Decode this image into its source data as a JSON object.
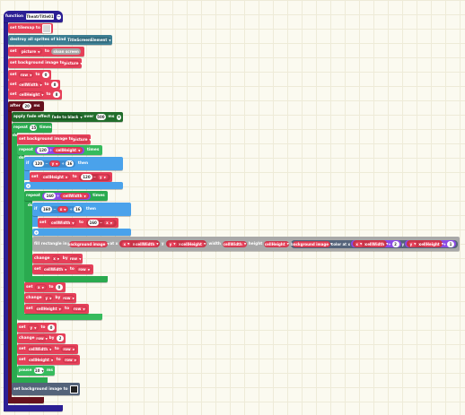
{
  "function_block": {
    "keyword": "function",
    "name": "TheatrTitle01"
  },
  "set_tilemap": {
    "label": "set tilemap to"
  },
  "destroy_all": {
    "label": "destroy all sprites of kind",
    "kind": "TitleScreenElement"
  },
  "set_picture": {
    "set": "set",
    "var": "picture",
    "to": "to",
    "value": "sloan screen"
  },
  "set_bg": {
    "label": "set background image to",
    "value": "picture"
  },
  "set_row": {
    "set": "set",
    "var": "row",
    "to": "to",
    "value": "0"
  },
  "set_cellwidth": {
    "set": "set",
    "var": "cellWidth",
    "to": "to",
    "value": "8"
  },
  "set_cellheight": {
    "set": "set",
    "var": "cellHeight",
    "to": "to",
    "value": "8"
  },
  "after_block": {
    "keyword": "after",
    "value": "20",
    "ms": "ms"
  },
  "fade_block": {
    "label": "apply fade effect",
    "effect": "fade to black",
    "over": "over",
    "value": "500",
    "ms": "ms"
  },
  "repeat_outer": {
    "keyword": "repeat",
    "value": "15",
    "times": "times"
  },
  "do_labels": [
    "do",
    "do",
    "do"
  ],
  "set_bg2": {
    "label": "set background image to",
    "value": "picture"
  },
  "repeat_y": {
    "keyword": "repeat",
    "value": "120",
    "op": "÷",
    "var": "cellHeight",
    "times": "times"
  },
  "if_1": {
    "keyword": "if",
    "a": "120",
    "minus": "−",
    "var": "y",
    "op": "÷",
    "b": "16",
    "then": "then"
  },
  "set_ch_1": {
    "set": "set",
    "var": "cellHeight",
    "to": "to",
    "a": "120",
    "minus": "−",
    "b": "y"
  },
  "repeat_x": {
    "keyword": "repeat",
    "value": "160",
    "op": "÷",
    "var": "cellWidth",
    "times": "times"
  },
  "if_2": {
    "keyword": "if",
    "a": "160",
    "minus": "−",
    "var": "x",
    "op": "÷",
    "b": "16",
    "then": "then"
  },
  "set_cw_1": {
    "set": "set",
    "var": "cellWidth",
    "to": "to",
    "a": "160",
    "minus": "−",
    "b": "x"
  },
  "fill_rect": {
    "fill": "fill rectangle in",
    "image": "background image",
    "at_x": "at x",
    "x": "x",
    "mul": "×",
    "cw": "cellWidth",
    "y_lbl": "y",
    "y": "y",
    "y_mul": "×",
    "ch": "cellHeight",
    "width_lbl": "width",
    "width_var": "cellWidth",
    "height_lbl": "height",
    "height_var": "cellHeight",
    "color_at": "color at x",
    "cx": "x",
    "cx_mul": "×",
    "cx_var": "cellWidth",
    "cx_plus": "+",
    "cx_num": "2",
    "cy_lbl": "y",
    "cy": "y",
    "cy_mul": "×",
    "cy_var": "cellHeight",
    "cy_plus": "+",
    "cy_num": "1"
  },
  "change_x": {
    "change": "change",
    "var": "x",
    "by": "by",
    "value": "row"
  },
  "set_cw_row": {
    "set": "set",
    "var": "cellWidth",
    "to": "to",
    "value": "row"
  },
  "set_x0": {
    "set": "set",
    "var": "x",
    "to": "to",
    "value": "0"
  },
  "change_y": {
    "change": "change",
    "var": "y",
    "by": "by",
    "value": "row"
  },
  "set_ch_row": {
    "set": "set",
    "var": "cellHeight",
    "to": "to",
    "value": "row"
  },
  "set_y0": {
    "set": "set",
    "var": "y",
    "to": "to",
    "value": "0"
  },
  "change_row": {
    "change": "change",
    "var": "row",
    "by": "by",
    "value": "2"
  },
  "set_cw_row2": {
    "set": "set",
    "var": "cellWidth",
    "to": "to",
    "value": "row"
  },
  "set_ch_row2": {
    "set": "set",
    "var": "cellHeight",
    "to": "to",
    "value": "row"
  },
  "pause_block": {
    "keyword": "pause",
    "value": "10",
    "ms": "ms"
  },
  "set_bg3": {
    "label": "set background image to"
  },
  "colors": {
    "canvas": "#fbfaf0",
    "function": "#2c1f94",
    "variables": "#e64059",
    "loops": "#2aaa4f",
    "logic": "#4aa2eb",
    "math": "#8b49e5",
    "timer": "#66111d"
  }
}
